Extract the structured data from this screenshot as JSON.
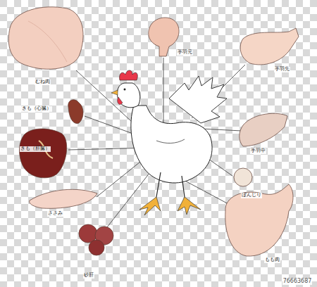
{
  "diagram": {
    "labels": [
      "むね肉",
      "手羽元",
      "手羽先",
      "きも（心臓）",
      "きも（肝臓）",
      "手羽中",
      "ぼんじり",
      "ささみ",
      "砂肝",
      "もも肉",
      "76663687"
    ]
  }
}
